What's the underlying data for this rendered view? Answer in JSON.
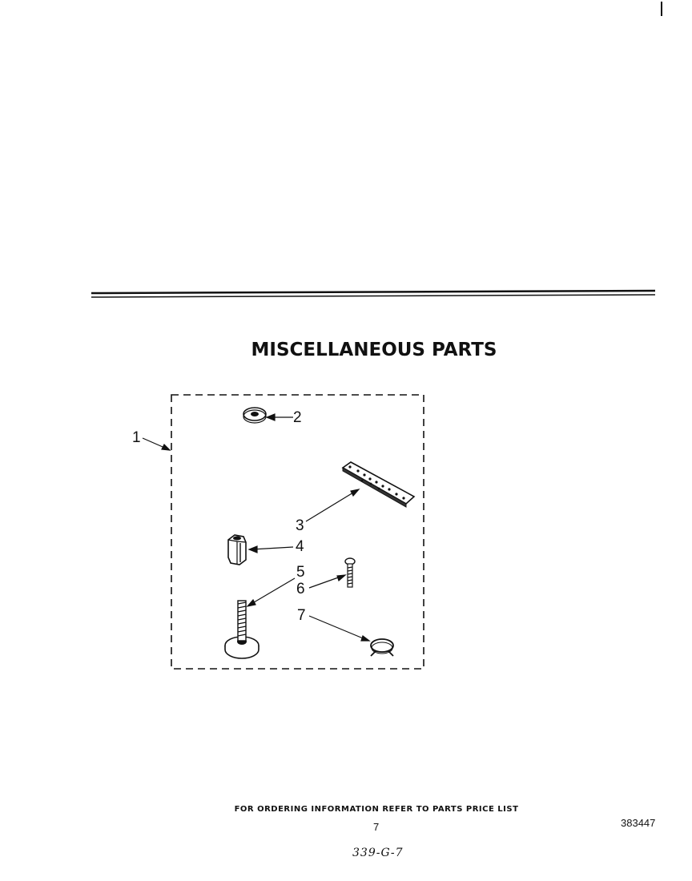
{
  "header": {
    "title": "MISCELLANEOUS PARTS"
  },
  "callouts": [
    {
      "id": "1",
      "label": "1"
    },
    {
      "id": "2",
      "label": "2"
    },
    {
      "id": "3",
      "label": "3"
    },
    {
      "id": "4",
      "label": "4"
    },
    {
      "id": "5",
      "label": "5"
    },
    {
      "id": "6",
      "label": "6"
    },
    {
      "id": "7",
      "label": "7"
    }
  ],
  "footer": {
    "ordering_note": "FOR ORDERING INFORMATION REFER TO PARTS PRICE LIST",
    "page_number": "7",
    "document_number": "383447",
    "handwritten_code": "339-G-7"
  }
}
